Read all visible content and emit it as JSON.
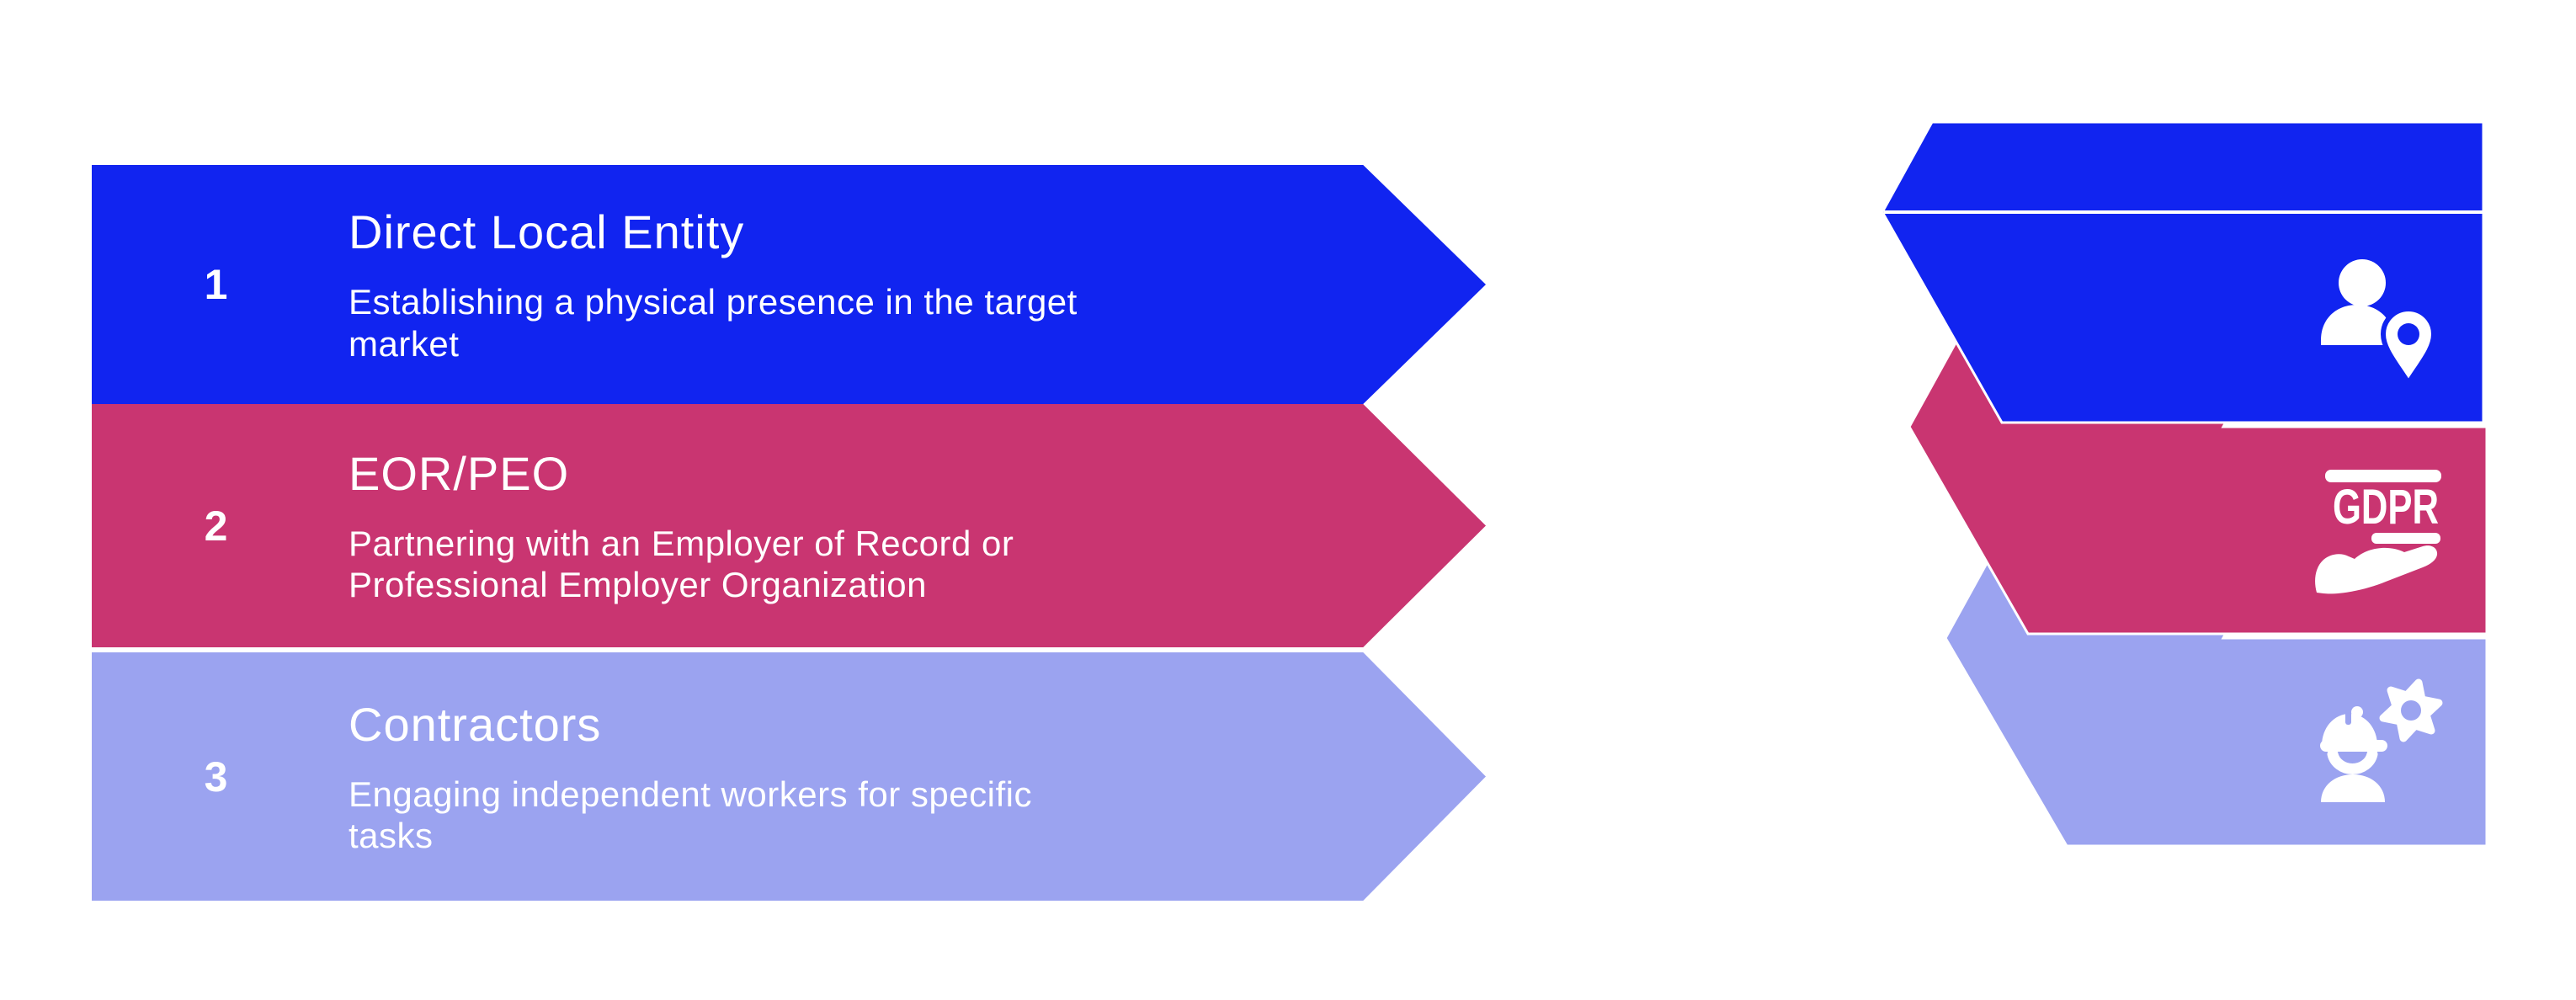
{
  "canvas": {
    "background": "#ffffff"
  },
  "steps": [
    {
      "number": "1",
      "title": "Direct Local Entity",
      "description": "Establishing a physical presence in the target\nmarket",
      "color": "#1124f0",
      "icon": "person-location-icon"
    },
    {
      "number": "2",
      "title": "EOR/PEO",
      "description": "Partnering with an Employer of Record or\nProfessional Employer Organization",
      "color": "#c93571",
      "icon": "gdpr-hand-icon"
    },
    {
      "number": "3",
      "title": "Contractors",
      "description": "Engaging independent workers for specific\ntasks",
      "color": "#9ba3f0",
      "icon": "worker-gear-icon"
    }
  ],
  "icons": {
    "gdpr_label": "GDPR"
  },
  "text_color": "#ffffff"
}
